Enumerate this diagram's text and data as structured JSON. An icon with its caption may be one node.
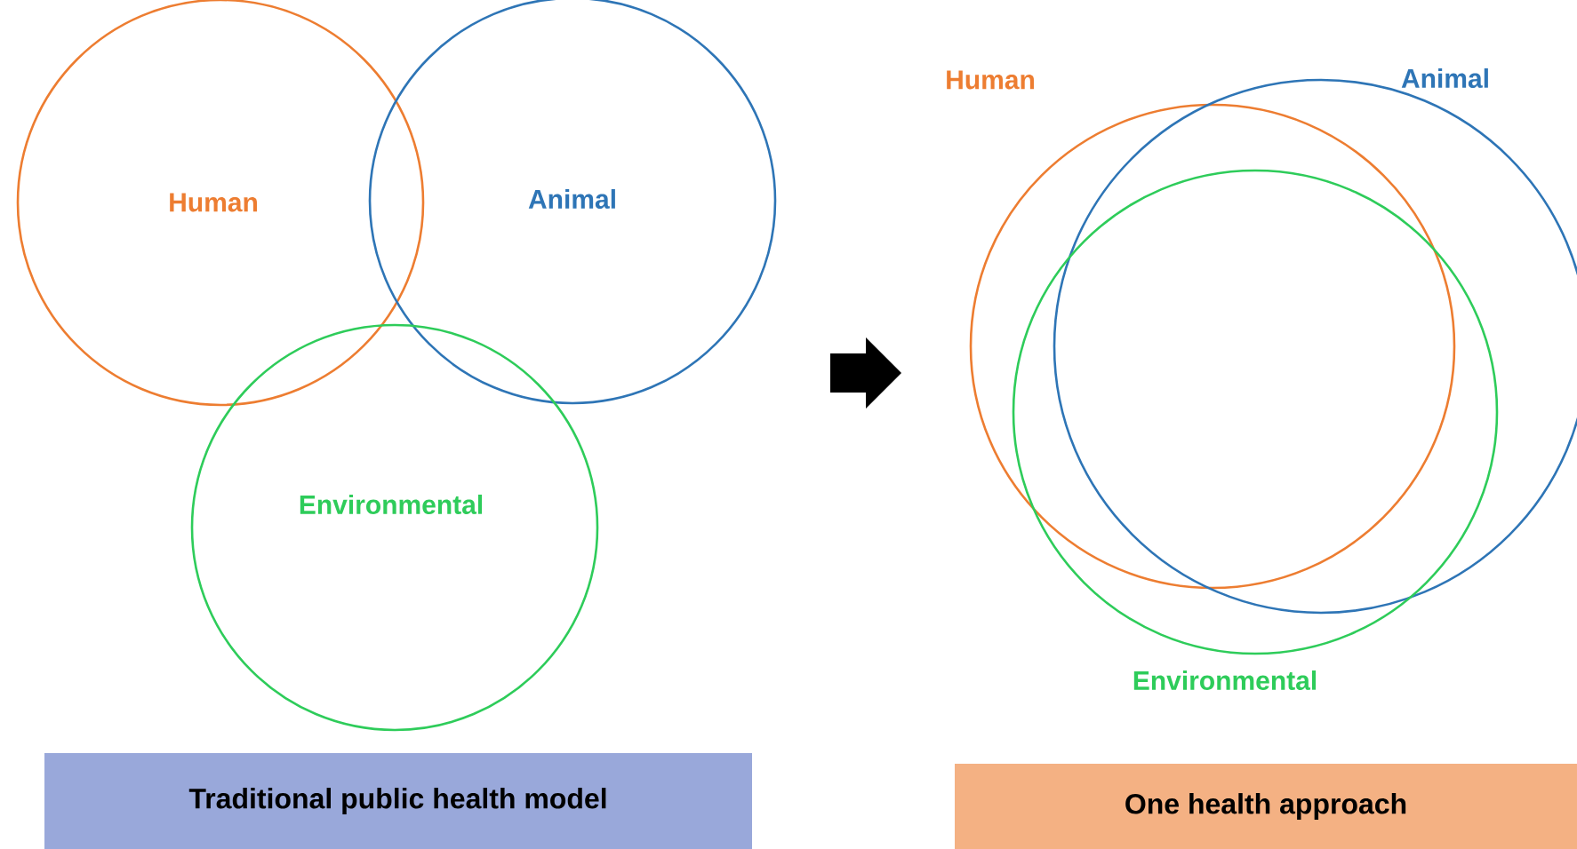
{
  "diagram": {
    "nodes": [
      {
        "text": [
          "Human"
        ]
      },
      {
        "text": [
          "Animal"
        ]
      },
      {
        "text": [
          "Environmental"
        ]
      },
      {
        "text": [
          "Human"
        ]
      },
      {
        "text": [
          "Animal"
        ]
      },
      {
        "text": [
          "Environmental"
        ]
      },
      {
        "text": [
          "Traditional public health model"
        ]
      },
      {
        "text": [
          "One health approach"
        ]
      }
    ],
    "edges": []
  }
}
